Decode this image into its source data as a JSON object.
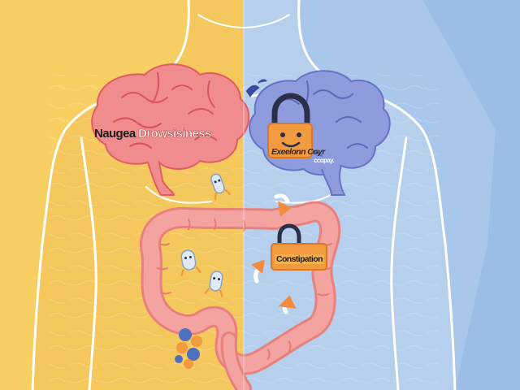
{
  "labels": {
    "left_word_1": "Naugea",
    "left_word_2": "Drowsisiness",
    "right_label": "Exeelonn Coyr",
    "right_sub": "ccopay.",
    "constipation": "Constipation"
  },
  "colors": {
    "left_background": "#f7cf63",
    "right_background": "#a9c7ea",
    "brain_left": "#f18c8e",
    "brain_right": "#8e9bdc",
    "intestine": "#f3a4a0",
    "lock_body": "#f19a3e",
    "lock_shackle": "#2b2f4a",
    "arrow_accent": "#f28b3c",
    "outline": "#ffffff"
  },
  "icons": [
    "brain-icon",
    "padlock-icon",
    "intestine-icon",
    "pill-character-icon",
    "arrow-icon"
  ]
}
